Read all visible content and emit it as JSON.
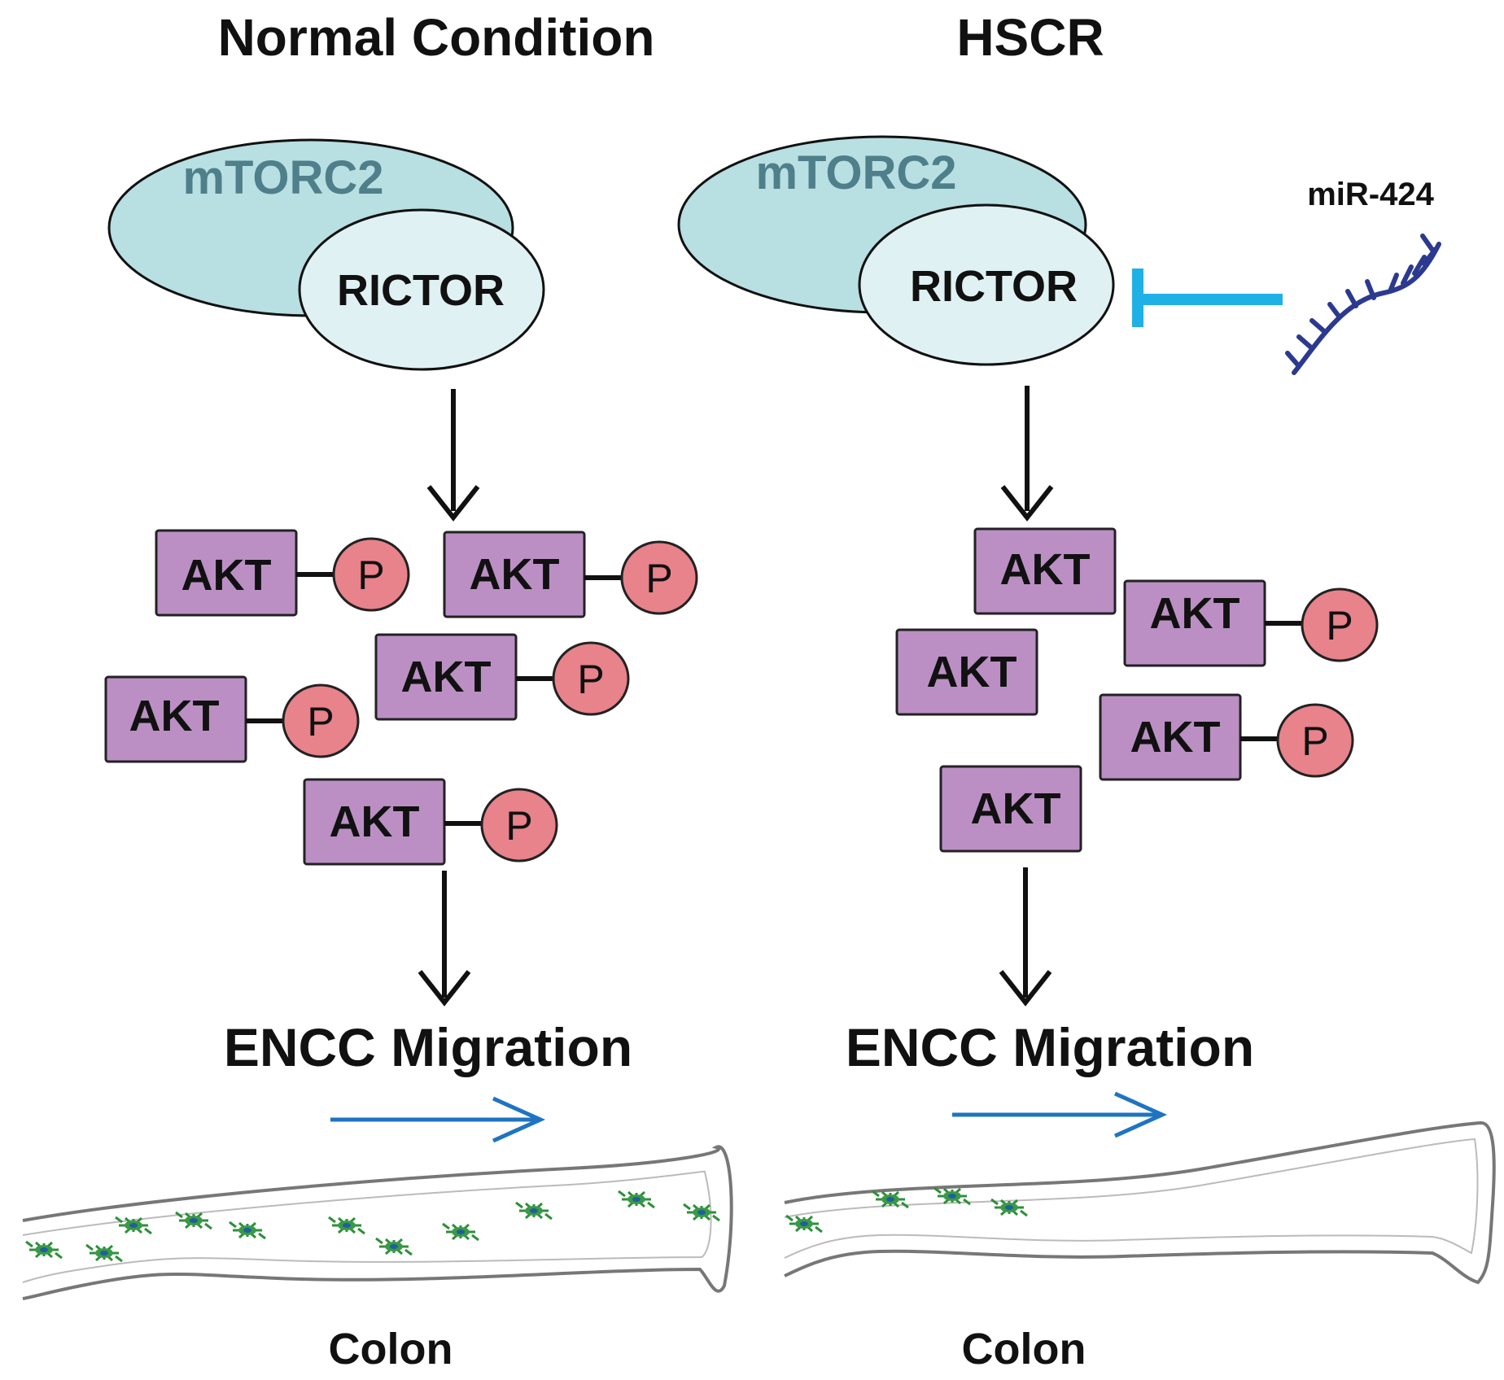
{
  "colors": {
    "complex_outer": "#b8dfe2",
    "complex_inner": "#dff1f3",
    "complex_label": "#4f7f8a",
    "akt_box": "#bb8fc4",
    "phosphate": "#e8828b",
    "inhibition": "#1fb1e6",
    "mirna": "#2b3a8f",
    "migration_arrow": "#1f74c2",
    "cell": "#2f8f3a"
  },
  "panels": [
    {
      "title": "Normal Condition",
      "complex_label": "mTORC2",
      "subunit_label": "RICTOR",
      "akt_label": "AKT",
      "phospho_label": "P",
      "akt_molecules": [
        {
          "phosphorylated": true
        },
        {
          "phosphorylated": true
        },
        {
          "phosphorylated": true
        },
        {
          "phosphorylated": true
        },
        {
          "phosphorylated": true
        }
      ],
      "outcome_label": "ENCC Migration",
      "organ_label": "Colon",
      "colon_cell_count": 11
    },
    {
      "title": "HSCR",
      "complex_label": "mTORC2",
      "subunit_label": "RICTOR",
      "inhibitor_label": "miR-424",
      "akt_label": "AKT",
      "phospho_label": "P",
      "akt_molecules": [
        {
          "phosphorylated": false
        },
        {
          "phosphorylated": true
        },
        {
          "phosphorylated": false
        },
        {
          "phosphorylated": true
        },
        {
          "phosphorylated": false
        }
      ],
      "outcome_label": "ENCC Migration",
      "organ_label": "Colon",
      "colon_cell_count": 4
    }
  ]
}
